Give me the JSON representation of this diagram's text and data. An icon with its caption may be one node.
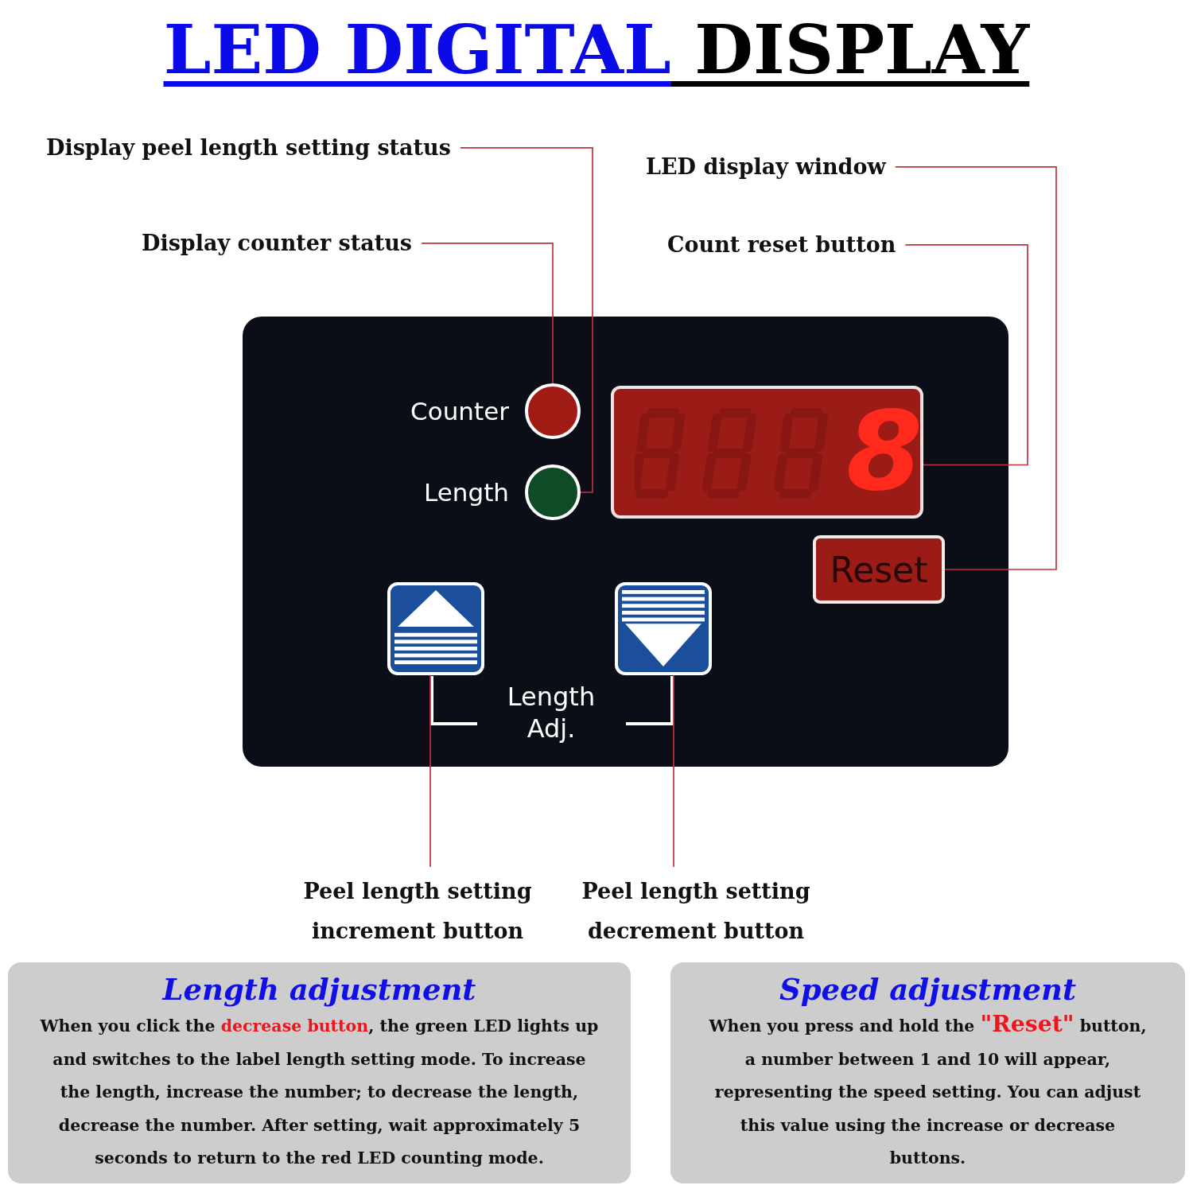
{
  "diagram": {
    "title": "**LED DIGITAL** DISPLAY",
    "nodes": [
      {
        "text": [
          "Display peel length setting status"
        ]
      },
      {
        "text": [
          "LED display window"
        ]
      },
      {
        "text": [
          "Display counter status"
        ]
      },
      {
        "text": [
          "Count reset button"
        ]
      },
      {
        "text": [],
        "shape": "box"
      },
      {
        "text": [],
        "shape": "circle",
        "in": 4,
        "beside": [
          "Counter"
        ]
      },
      {
        "text": [
          "8"
        ],
        "in": 4
      },
      {
        "text": [],
        "shape": "circle",
        "in": 4,
        "beside": [
          "Length"
        ]
      },
      {
        "text": [
          "Reset"
        ],
        "in": 4
      },
      {
        "text": [],
        "shape": "box",
        "in": 4
      },
      {
        "text": [],
        "shape": "box",
        "in": 4
      },
      {
        "text": [
          "Peel length setting increment button"
        ]
      },
      {
        "text": [
          "Peel length setting decrement button"
        ]
      },
      {
        "text": [
          "Length adjustment",
          "When you click the **decrease button**, the green LED lights up and switches to the label length setting mode. To increase the length, increase the number; to decrease the length, decrease the number. After setting, wait approximately 5 seconds to return to the red LED counting mode."
        ]
      },
      {
        "text": [
          "Speed adjustment",
          "When you press and hold the **\"Reset\"** button, a number between 1 and 10 will appear, representing the speed setting. You can adjust this value using the increase or decrease buttons."
        ]
      }
    ],
    "edges": [
      {
        "from": 0,
        "to": 7,
        "arrow": "none"
      },
      {
        "from": 1,
        "to": 8,
        "arrow": "none"
      },
      {
        "from": 2,
        "to": 5,
        "arrow": "none"
      },
      {
        "from": 3,
        "to": 6,
        "arrow": "none"
      },
      {
        "from": 11,
        "to": 9,
        "arrow": "none"
      },
      {
        "from": 12,
        "to": 10,
        "arrow": "none"
      }
    ],
    "labels": [
      "Length Adj."
    ]
  }
}
